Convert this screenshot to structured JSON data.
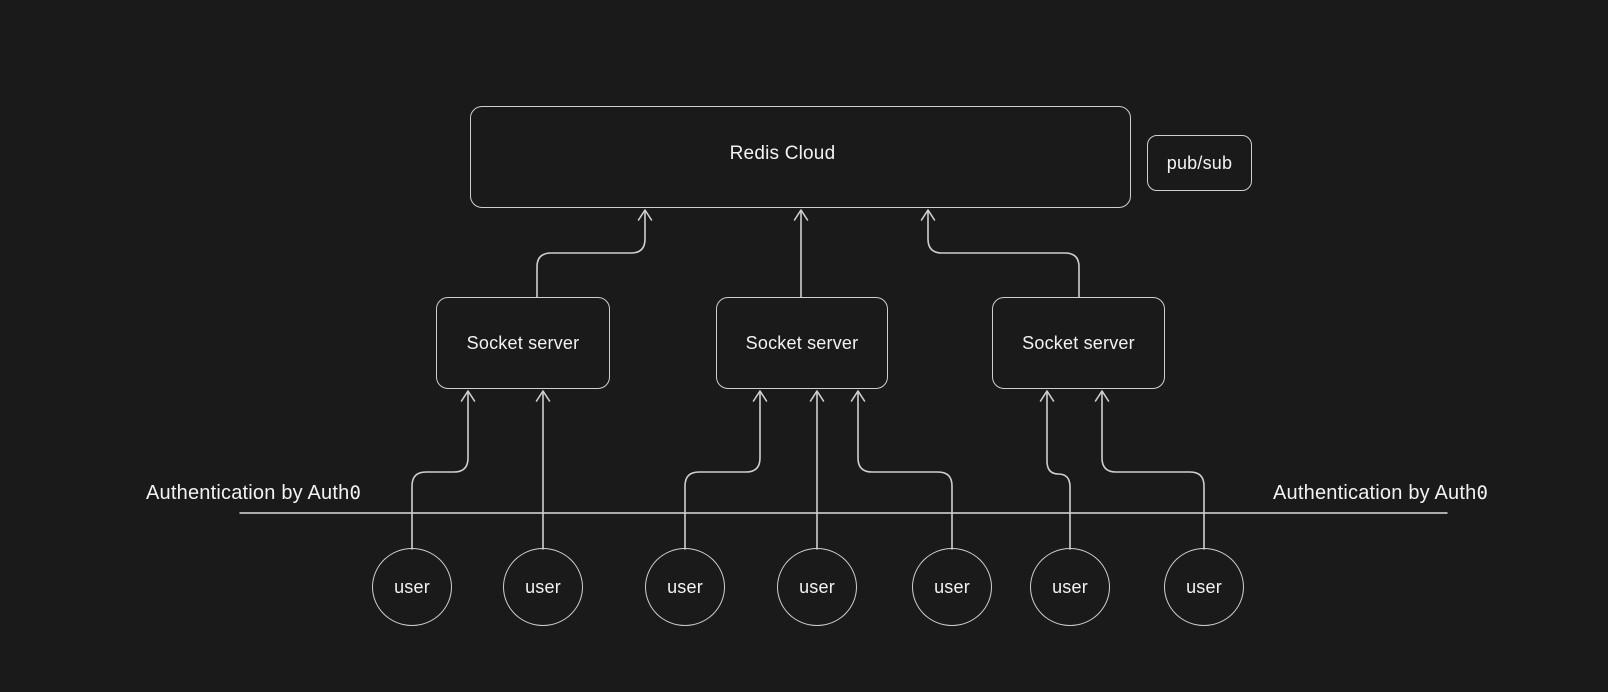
{
  "colors": {
    "background": "#1a1a1a",
    "stroke": "#cfcfcf",
    "text": "#f2f2f2"
  },
  "nodes": {
    "redis": {
      "label": "Redis Cloud"
    },
    "pubsub": {
      "label": "pub/sub"
    },
    "socket_servers": [
      {
        "label": "Socket server"
      },
      {
        "label": "Socket server"
      },
      {
        "label": "Socket server"
      }
    ],
    "users": [
      {
        "label": "user"
      },
      {
        "label": "user"
      },
      {
        "label": "user"
      },
      {
        "label": "user"
      },
      {
        "label": "user"
      },
      {
        "label": "user"
      },
      {
        "label": "user"
      }
    ]
  },
  "auth": {
    "left": {
      "prefix": "Authentication by Auth",
      "zero": "0"
    },
    "right": {
      "prefix": "Authentication by Auth",
      "zero": "0"
    }
  },
  "icons": {
    "arrowhead": "up-arrowhead"
  }
}
